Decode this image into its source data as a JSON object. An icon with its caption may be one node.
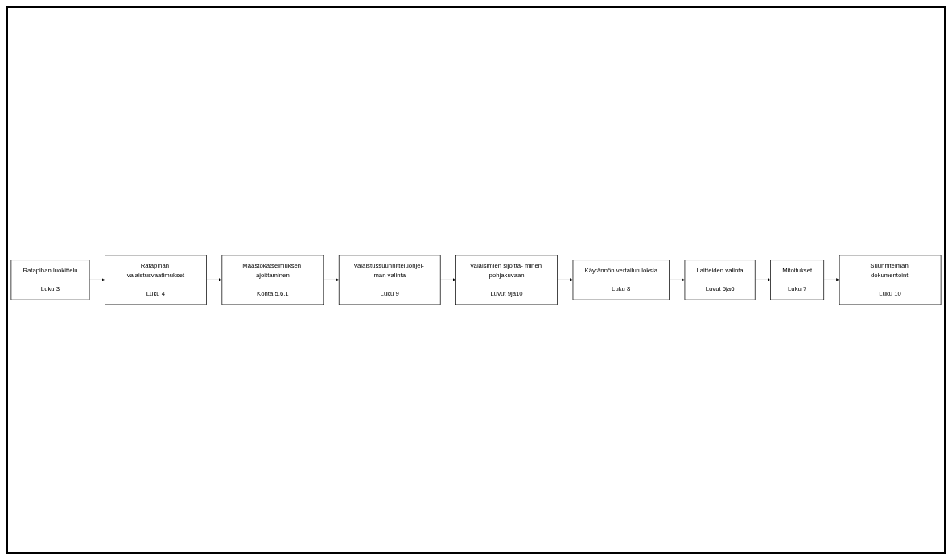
{
  "diagram": {
    "nodes": [
      {
        "text": [
          "Ratapihan luokittelu",
          "Luku 3"
        ]
      },
      {
        "text": [
          "Ratapihan valaistusvaatimukset",
          "Luku 4"
        ]
      },
      {
        "text": [
          "Maastokatselmuksen ajoittaminen",
          "Kohta 5.6.1"
        ]
      },
      {
        "text": [
          "Valaistussuunnitteluohjel- man valinta",
          "Luku 9"
        ]
      },
      {
        "text": [
          "Valaisimien sijoitta- minen pohjakuvaan",
          "Luvut 9ja10"
        ]
      },
      {
        "text": [
          "Käytännön vertailutuloksia",
          "Luku 8"
        ]
      },
      {
        "text": [
          "Laitteiden valinta",
          "Luvut 5ja6"
        ]
      },
      {
        "text": [
          "Mitoitukset",
          "Luku 7"
        ]
      },
      {
        "text": [
          "Suunnitelman dokumentointi",
          "Luku 10"
        ]
      }
    ],
    "edges": [
      {
        "from": 0,
        "to": 1,
        "arrow": "to"
      },
      {
        "from": 1,
        "to": 2,
        "arrow": "to"
      },
      {
        "from": 2,
        "to": 3,
        "arrow": "to"
      },
      {
        "from": 3,
        "to": 4,
        "arrow": "to"
      },
      {
        "from": 4,
        "to": 5,
        "arrow": "to"
      },
      {
        "from": 5,
        "to": 6,
        "arrow": "to"
      },
      {
        "from": 6,
        "to": 7,
        "arrow": "to"
      },
      {
        "from": 7,
        "to": 8,
        "arrow": "to"
      }
    ]
  }
}
